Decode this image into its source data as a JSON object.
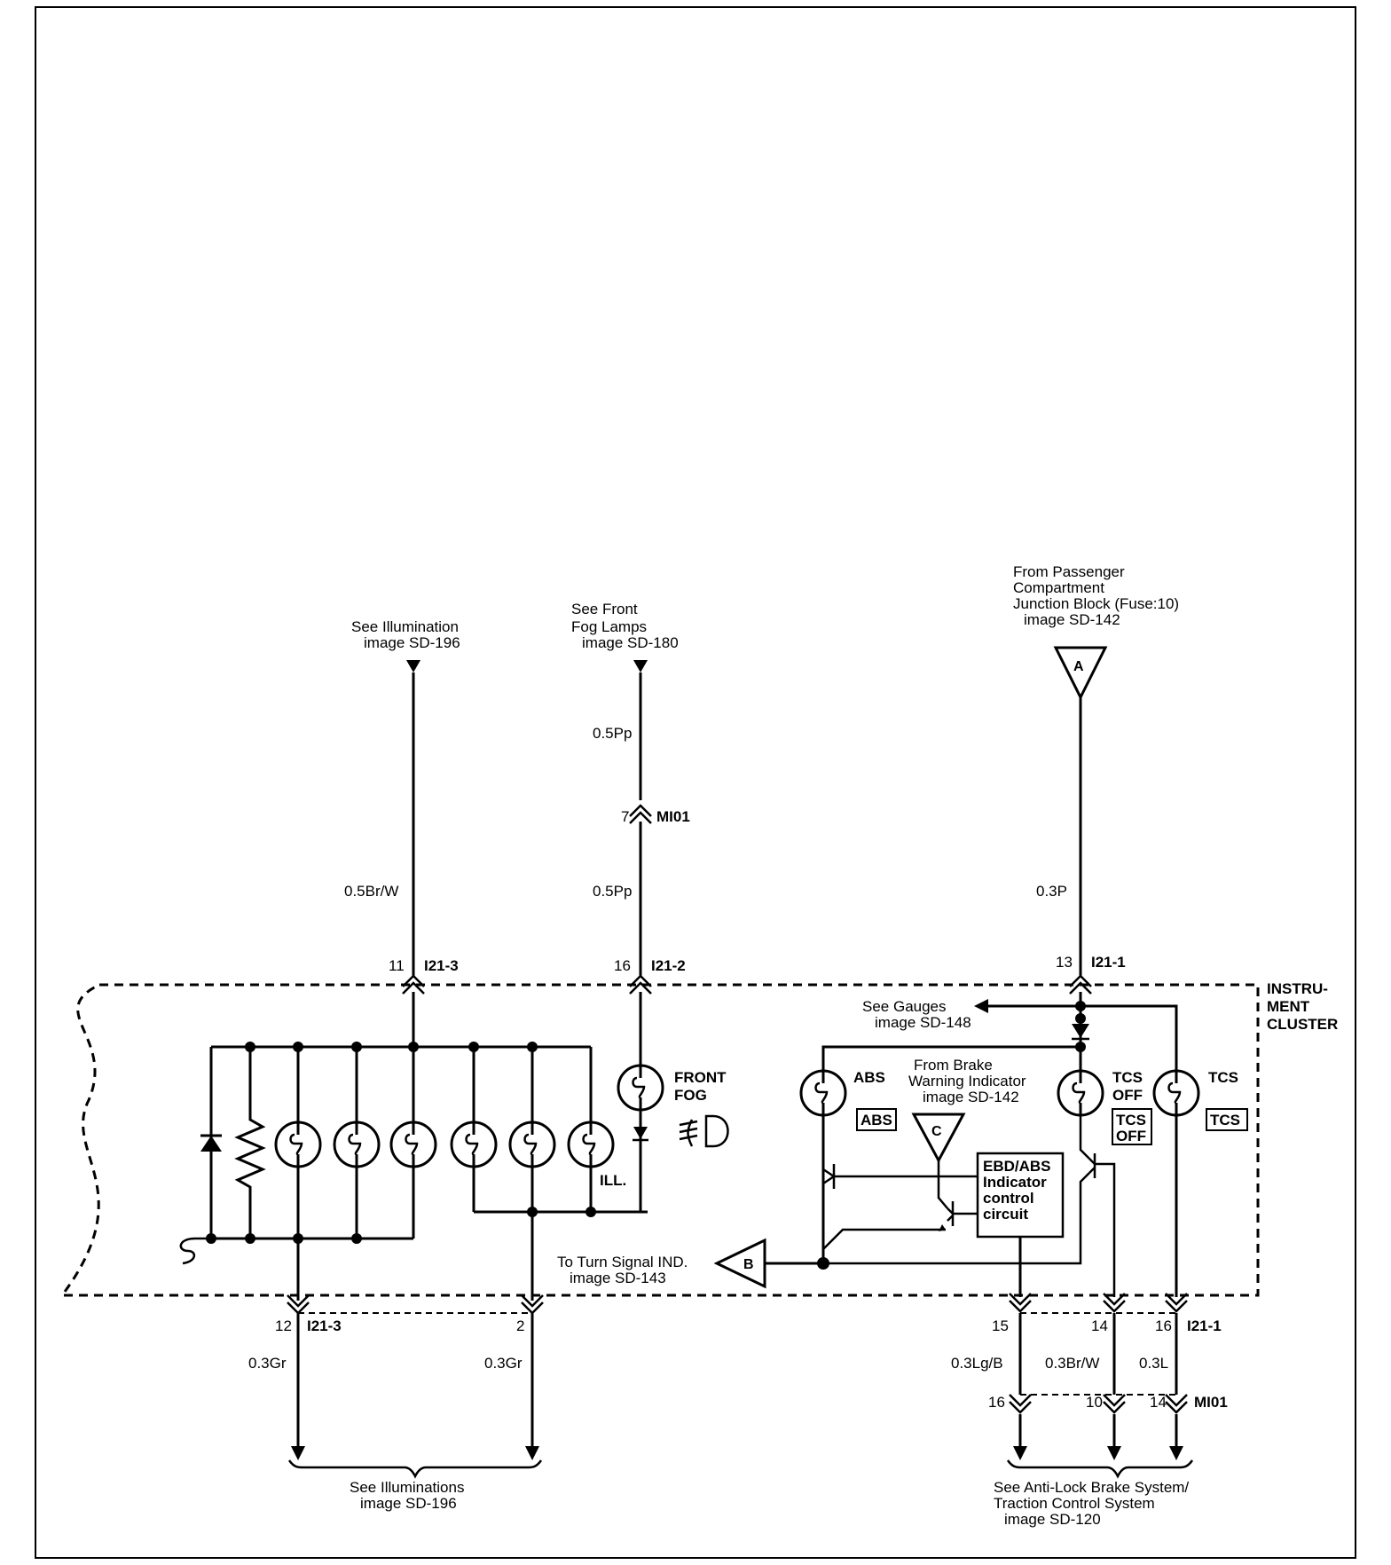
{
  "labels": {
    "see_illumination": [
      "See Illumination",
      "image SD-196"
    ],
    "see_front_fog": [
      "See Front",
      "Fog Lamps",
      "image SD-180"
    ],
    "from_passenger": [
      "From Passenger",
      "Compartment",
      "Junction Block (Fuse:10)",
      "image SD-142"
    ],
    "see_gauges": [
      "See Gauges",
      "image SD-148"
    ],
    "from_brake": [
      "From Brake",
      "Warning Indicator",
      "image SD-142"
    ],
    "to_turn_signal": [
      "To Turn Signal IND.",
      "image SD-143"
    ],
    "see_illuminations_bottom": [
      "See Illuminations",
      "image SD-196"
    ],
    "see_abs": [
      "See Anti-Lock Brake System/",
      "Traction Control System",
      "image SD-120"
    ],
    "instrument_cluster": [
      "INSTRU-",
      "MENT",
      "CLUSTER"
    ],
    "ebd_box": [
      "EBD/ABS",
      "Indicator",
      "control",
      "circuit"
    ],
    "front_fog": [
      "FRONT",
      "FOG"
    ],
    "abs": "ABS",
    "abs_box": "ABS",
    "tcs_off": [
      "TCS",
      "OFF"
    ],
    "tcs_off_box": [
      "TCS",
      "OFF"
    ],
    "tcs": "TCS",
    "tcs_box": "TCS",
    "ill": "ILL."
  },
  "connector_refs": {
    "a": "A",
    "b": "B",
    "c": "C"
  },
  "wires": {
    "br_w_top": "0.5Br/W",
    "pp_upper": "0.5Pp",
    "pp_lower": "0.5Pp",
    "p_top": "0.3P",
    "gr_left": "0.3Gr",
    "gr_mid": "0.3Gr",
    "lg_b": "0.3Lg/B",
    "br_w_bottom": "0.3Br/W",
    "l": "0.3L"
  },
  "pins": {
    "p11": "11",
    "c_i21_3_top": "I21-3",
    "p16_top": "16",
    "c_i21_2": "I21-2",
    "p13": "13",
    "c_i21_1_top": "I21-1",
    "p7": "7",
    "c_mi01_top": "MI01",
    "p12": "12",
    "c_i21_3_bottom": "I21-3",
    "p2": "2",
    "p15": "15",
    "p14_mid": "14",
    "p16_mid": "16",
    "c_i21_1_bottom": "I21-1",
    "p16_low": "16",
    "p10": "10",
    "p14_low": "14",
    "c_mi01_bottom": "MI01"
  }
}
